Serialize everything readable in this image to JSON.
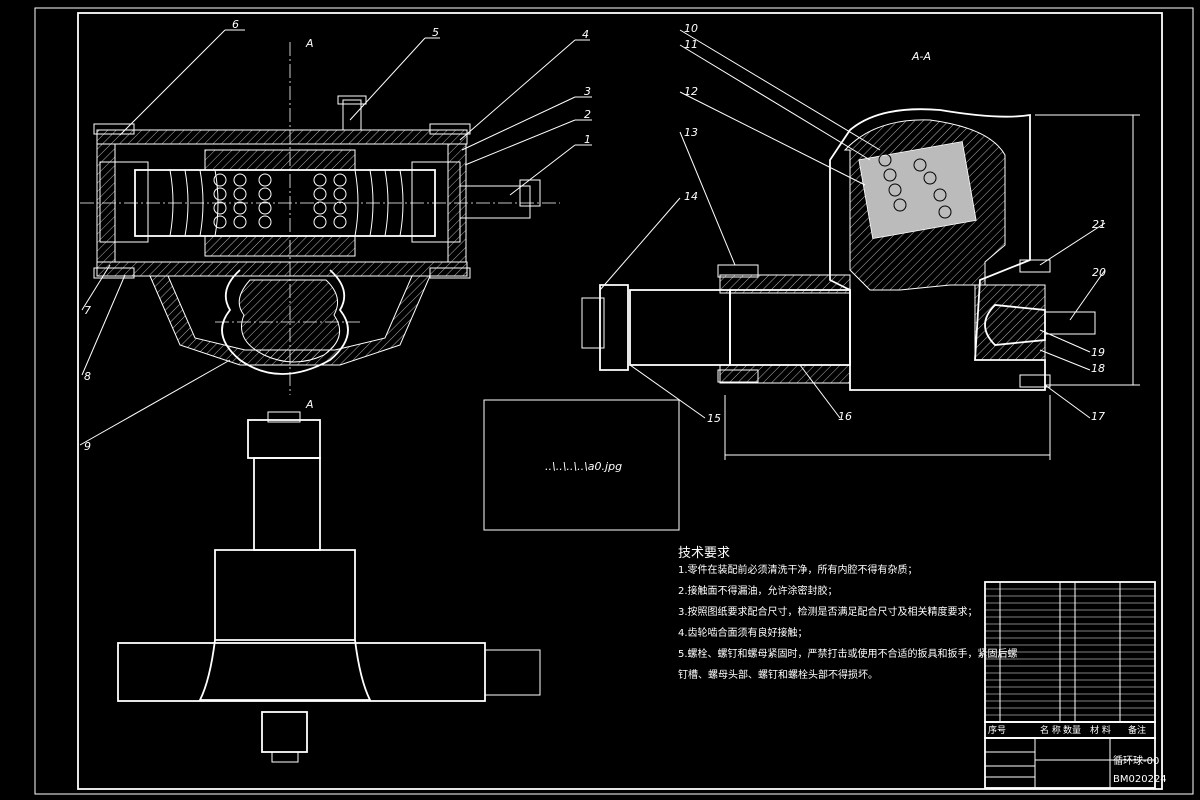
{
  "drawing": {
    "section_label": "A-A",
    "section_mark": "A",
    "image_placeholder": "..\\..\\..\\..\\a0.jpg",
    "callouts": [
      "1",
      "2",
      "3",
      "4",
      "5",
      "6",
      "7",
      "8",
      "9",
      "10",
      "11",
      "12",
      "13",
      "14",
      "15",
      "16",
      "17",
      "18",
      "19",
      "20",
      "21"
    ]
  },
  "notes": {
    "title": "技术要求",
    "items": [
      "1.零件在装配前必须清洗干净，所有内腔不得有杂质；",
      "2.接触面不得漏油，允许涂密封胶；",
      "3.按照图纸要求配合尺寸，检测是否满足配合尺寸及相关精度要求；",
      "4.齿轮啮合面须有良好接触；",
      "5.螺栓、螺钉和螺母紧固时，严禁打击或使用不合适的扳具和扳手，紧固后螺",
      "钉槽、螺母头部、螺钉和螺栓头部不得损坏。"
    ]
  },
  "title_block": {
    "col_no": "序号",
    "col_name": "名  称",
    "col_qty": "数量",
    "col_material": "材  料",
    "col_note": "备注",
    "drawing_title": "循环球-00",
    "drawing_code": "BM020224"
  }
}
